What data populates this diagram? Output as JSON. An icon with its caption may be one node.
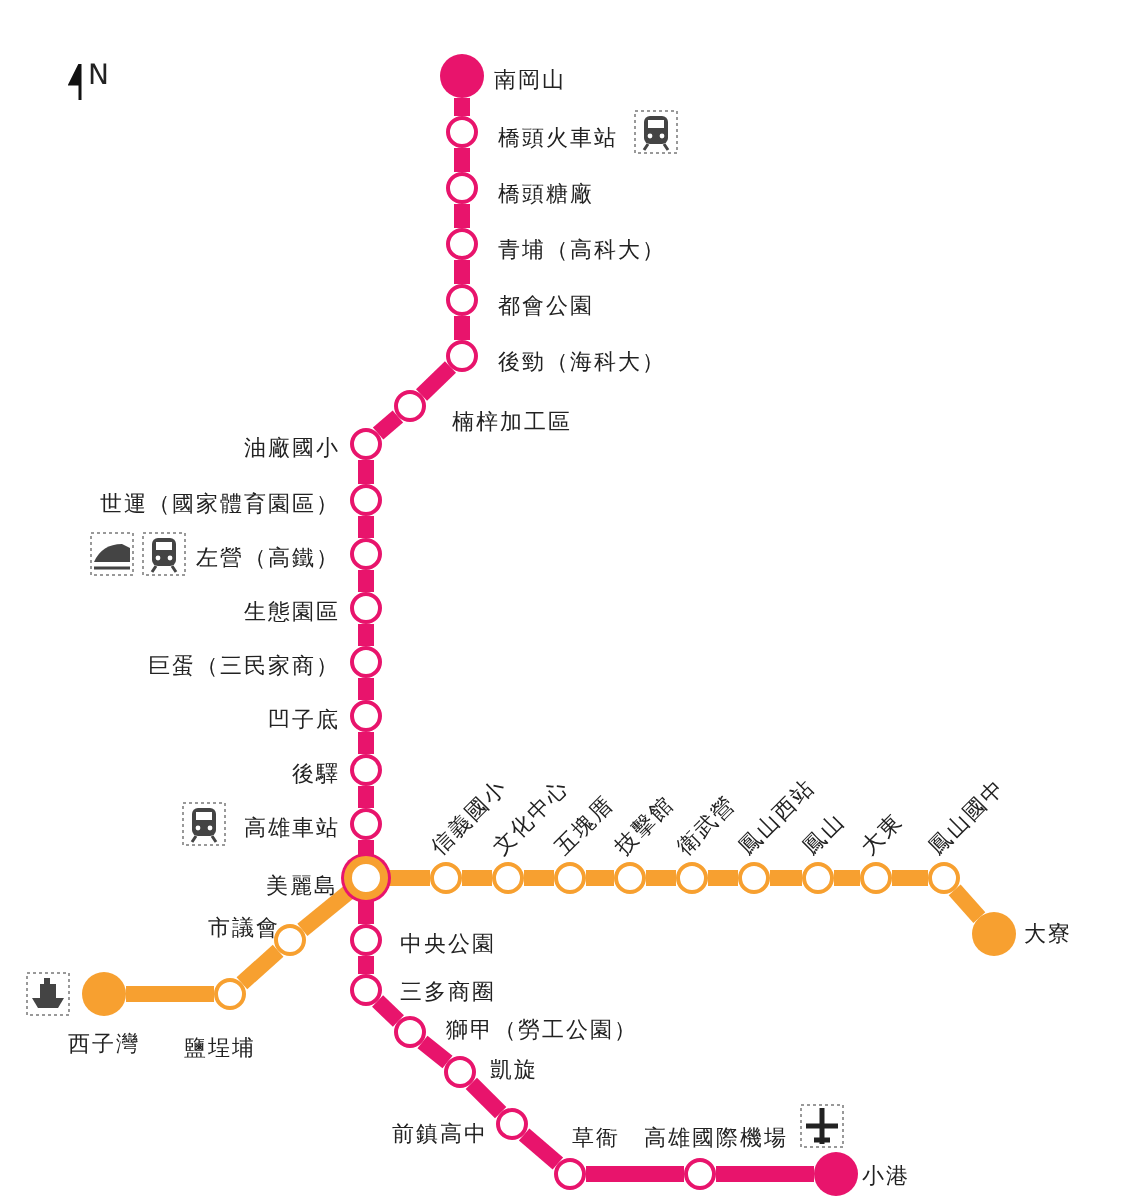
{
  "diagram": {
    "nodes": [
      {
        "text": [
          "南岡山"
        ]
      },
      {
        "text": [
          "橋頭火車站"
        ]
      },
      {
        "text": [
          "橋頭糖廠"
        ]
      },
      {
        "text": [
          "青埔（高科大）"
        ]
      },
      {
        "text": [
          "都會公園"
        ]
      },
      {
        "text": [
          "後勁（海科大）"
        ]
      },
      {
        "text": [
          "楠梓加工區"
        ]
      },
      {
        "text": [
          "油廠國小"
        ]
      },
      {
        "text": [
          "世運（國家體育園區）"
        ]
      },
      {
        "text": [
          "左營（高鐵）"
        ]
      },
      {
        "text": [
          "生態園區"
        ]
      },
      {
        "text": [
          "巨蛋（三民家商）"
        ]
      },
      {
        "text": [
          "凹子底"
        ]
      },
      {
        "text": [
          "後驛"
        ]
      },
      {
        "text": [
          "高雄車站"
        ]
      },
      {
        "text": [
          "美麗島"
        ]
      },
      {
        "text": [
          "中央公園"
        ]
      },
      {
        "text": [
          "三多商圈"
        ]
      },
      {
        "text": [
          "獅甲（勞工公園）"
        ]
      },
      {
        "text": [
          "凱旋"
        ]
      },
      {
        "text": [
          "前鎮高中"
        ]
      },
      {
        "text": [
          "草衙"
        ]
      },
      {
        "text": [
          "高雄國際機場"
        ]
      },
      {
        "text": [
          "小港"
        ]
      },
      {
        "text": [
          "西子灣"
        ]
      },
      {
        "text": [
          "鹽埕埔"
        ]
      },
      {
        "text": [
          "市議會"
        ]
      },
      {
        "text": [
          "信義國小"
        ]
      },
      {
        "text": [
          "文化中心"
        ]
      },
      {
        "text": [
          "五塊厝"
        ]
      },
      {
        "text": [
          "技擊館"
        ]
      },
      {
        "text": [
          "衛武營"
        ]
      },
      {
        "text": [
          "鳳山西站"
        ]
      },
      {
        "text": [
          "鳳山"
        ]
      },
      {
        "text": [
          "大東"
        ]
      },
      {
        "text": [
          "鳳山國中"
        ]
      },
      {
        "text": [
          "大寮"
        ]
      }
    ],
    "edges": [
      {
        "from": 0,
        "to": 1,
        "arrow": "none"
      },
      {
        "from": 1,
        "to": 2,
        "arrow": "none"
      },
      {
        "from": 2,
        "to": 3,
        "arrow": "none"
      },
      {
        "from": 3,
        "to": 4,
        "arrow": "none"
      },
      {
        "from": 4,
        "to": 5,
        "arrow": "none"
      },
      {
        "from": 5,
        "to": 6,
        "arrow": "none"
      },
      {
        "from": 6,
        "to": 7,
        "arrow": "none"
      },
      {
        "from": 7,
        "to": 8,
        "arrow": "none"
      },
      {
        "from": 8,
        "to": 9,
        "arrow": "none"
      },
      {
        "from": 9,
        "to": 10,
        "arrow": "none"
      },
      {
        "from": 10,
        "to": 11,
        "arrow": "none"
      },
      {
        "from": 11,
        "to": 12,
        "arrow": "none"
      },
      {
        "from": 12,
        "to": 13,
        "arrow": "none"
      },
      {
        "from": 13,
        "to": 14,
        "arrow": "none"
      },
      {
        "from": 14,
        "to": 15,
        "arrow": "none"
      },
      {
        "from": 15,
        "to": 16,
        "arrow": "none"
      },
      {
        "from": 16,
        "to": 17,
        "arrow": "none"
      },
      {
        "from": 17,
        "to": 18,
        "arrow": "none"
      },
      {
        "from": 18,
        "to": 19,
        "arrow": "none"
      },
      {
        "from": 19,
        "to": 20,
        "arrow": "none"
      },
      {
        "from": 20,
        "to": 21,
        "arrow": "none"
      },
      {
        "from": 21,
        "to": 22,
        "arrow": "none"
      },
      {
        "from": 22,
        "to": 23,
        "arrow": "none"
      },
      {
        "from": 24,
        "to": 25,
        "arrow": "none",
        "color": "#f7a030"
      },
      {
        "from": 25,
        "to": 26,
        "arrow": "none",
        "color": "#f7a030"
      },
      {
        "from": 26,
        "to": 15,
        "arrow": "none",
        "color": "#f7a030"
      },
      {
        "from": 15,
        "to": 27,
        "arrow": "none",
        "color": "#f7a030"
      },
      {
        "from": 27,
        "to": 28,
        "arrow": "none",
        "color": "#f7a030"
      },
      {
        "from": 28,
        "to": 29,
        "arrow": "none",
        "color": "#f7a030"
      },
      {
        "from": 29,
        "to": 30,
        "arrow": "none",
        "color": "#f7a030"
      },
      {
        "from": 30,
        "to": 31,
        "arrow": "none",
        "color": "#f7a030"
      },
      {
        "from": 31,
        "to": 32,
        "arrow": "none",
        "color": "#f7a030"
      },
      {
        "from": 32,
        "to": 33,
        "arrow": "none",
        "color": "#f7a030"
      },
      {
        "from": 33,
        "to": 34,
        "arrow": "none",
        "color": "#f7a030"
      },
      {
        "from": 34,
        "to": 35,
        "arrow": "none",
        "color": "#f7a030"
      },
      {
        "from": 35,
        "to": 36,
        "arrow": "none",
        "color": "#f7a030"
      }
    ],
    "labels": [
      "N"
    ]
  }
}
